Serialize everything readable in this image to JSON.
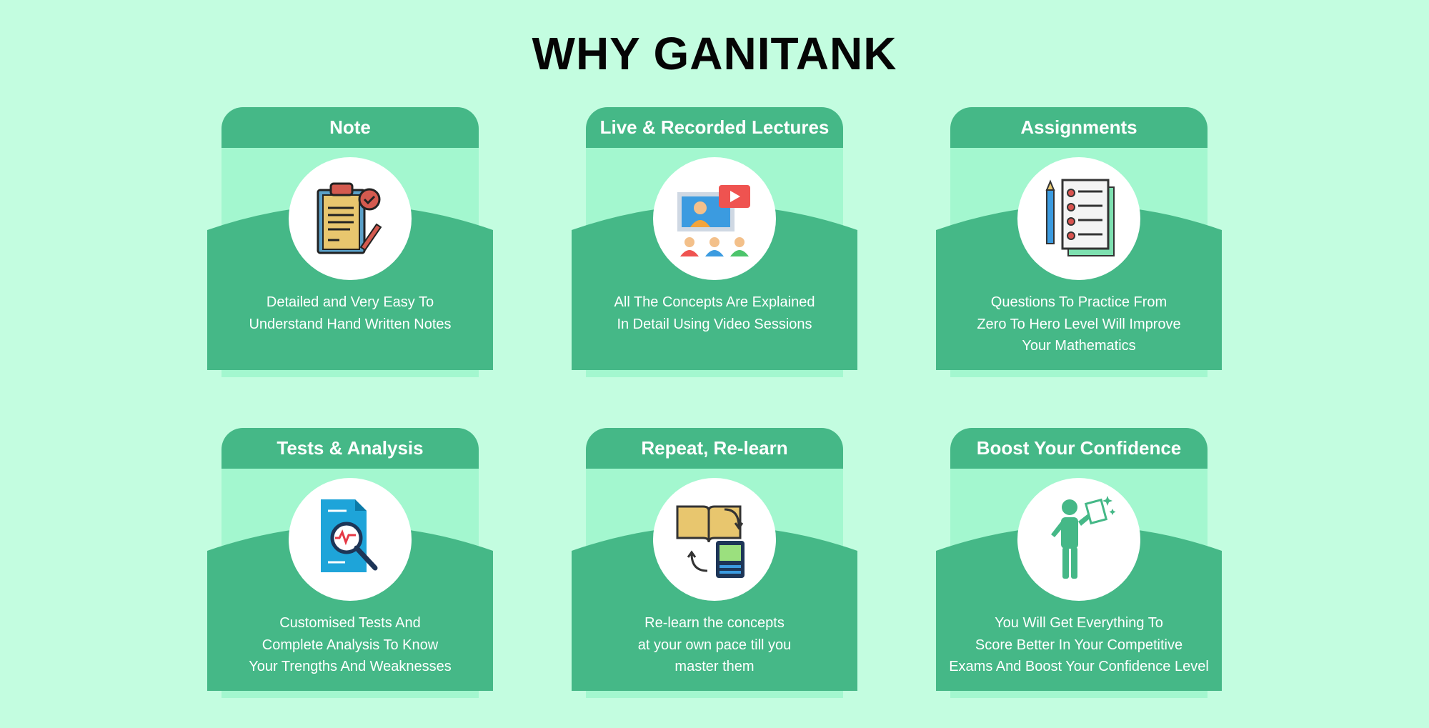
{
  "title": "WHY GANITANK",
  "cards": [
    {
      "title": "Note",
      "icon": "clipboard-notes-icon",
      "lines": [
        "Detailed and Very Easy To",
        "Understand Hand Written Notes"
      ]
    },
    {
      "title": "Live & Recorded Lectures",
      "icon": "video-lecture-icon",
      "lines": [
        "All The Concepts Are Explained",
        "In Detail Using Video Sessions"
      ]
    },
    {
      "title": "Assignments",
      "icon": "assignment-checklist-icon",
      "lines": [
        "Questions To Practice From",
        "Zero To Hero Level Will Improve",
        "Your Mathematics"
      ]
    },
    {
      "title": "Tests & Analysis",
      "icon": "test-analysis-icon",
      "lines": [
        "Customised Tests And",
        "Complete Analysis To Know",
        "Your Trengths And Weaknesses"
      ]
    },
    {
      "title": "Repeat, Re-learn",
      "icon": "relearn-book-icon",
      "lines": [
        "Re-learn the concepts",
        "at your own pace till you",
        "master them"
      ]
    },
    {
      "title": "Boost Your Confidence",
      "icon": "confident-person-icon",
      "lines": [
        "You Will Get Everything To",
        "Score Better In Your Competitive",
        "Exams And Boost Your Confidence Level"
      ]
    }
  ],
  "colors": {
    "background": "#c3fde0",
    "header": "#45b887",
    "panel": "#a3f7cf"
  }
}
